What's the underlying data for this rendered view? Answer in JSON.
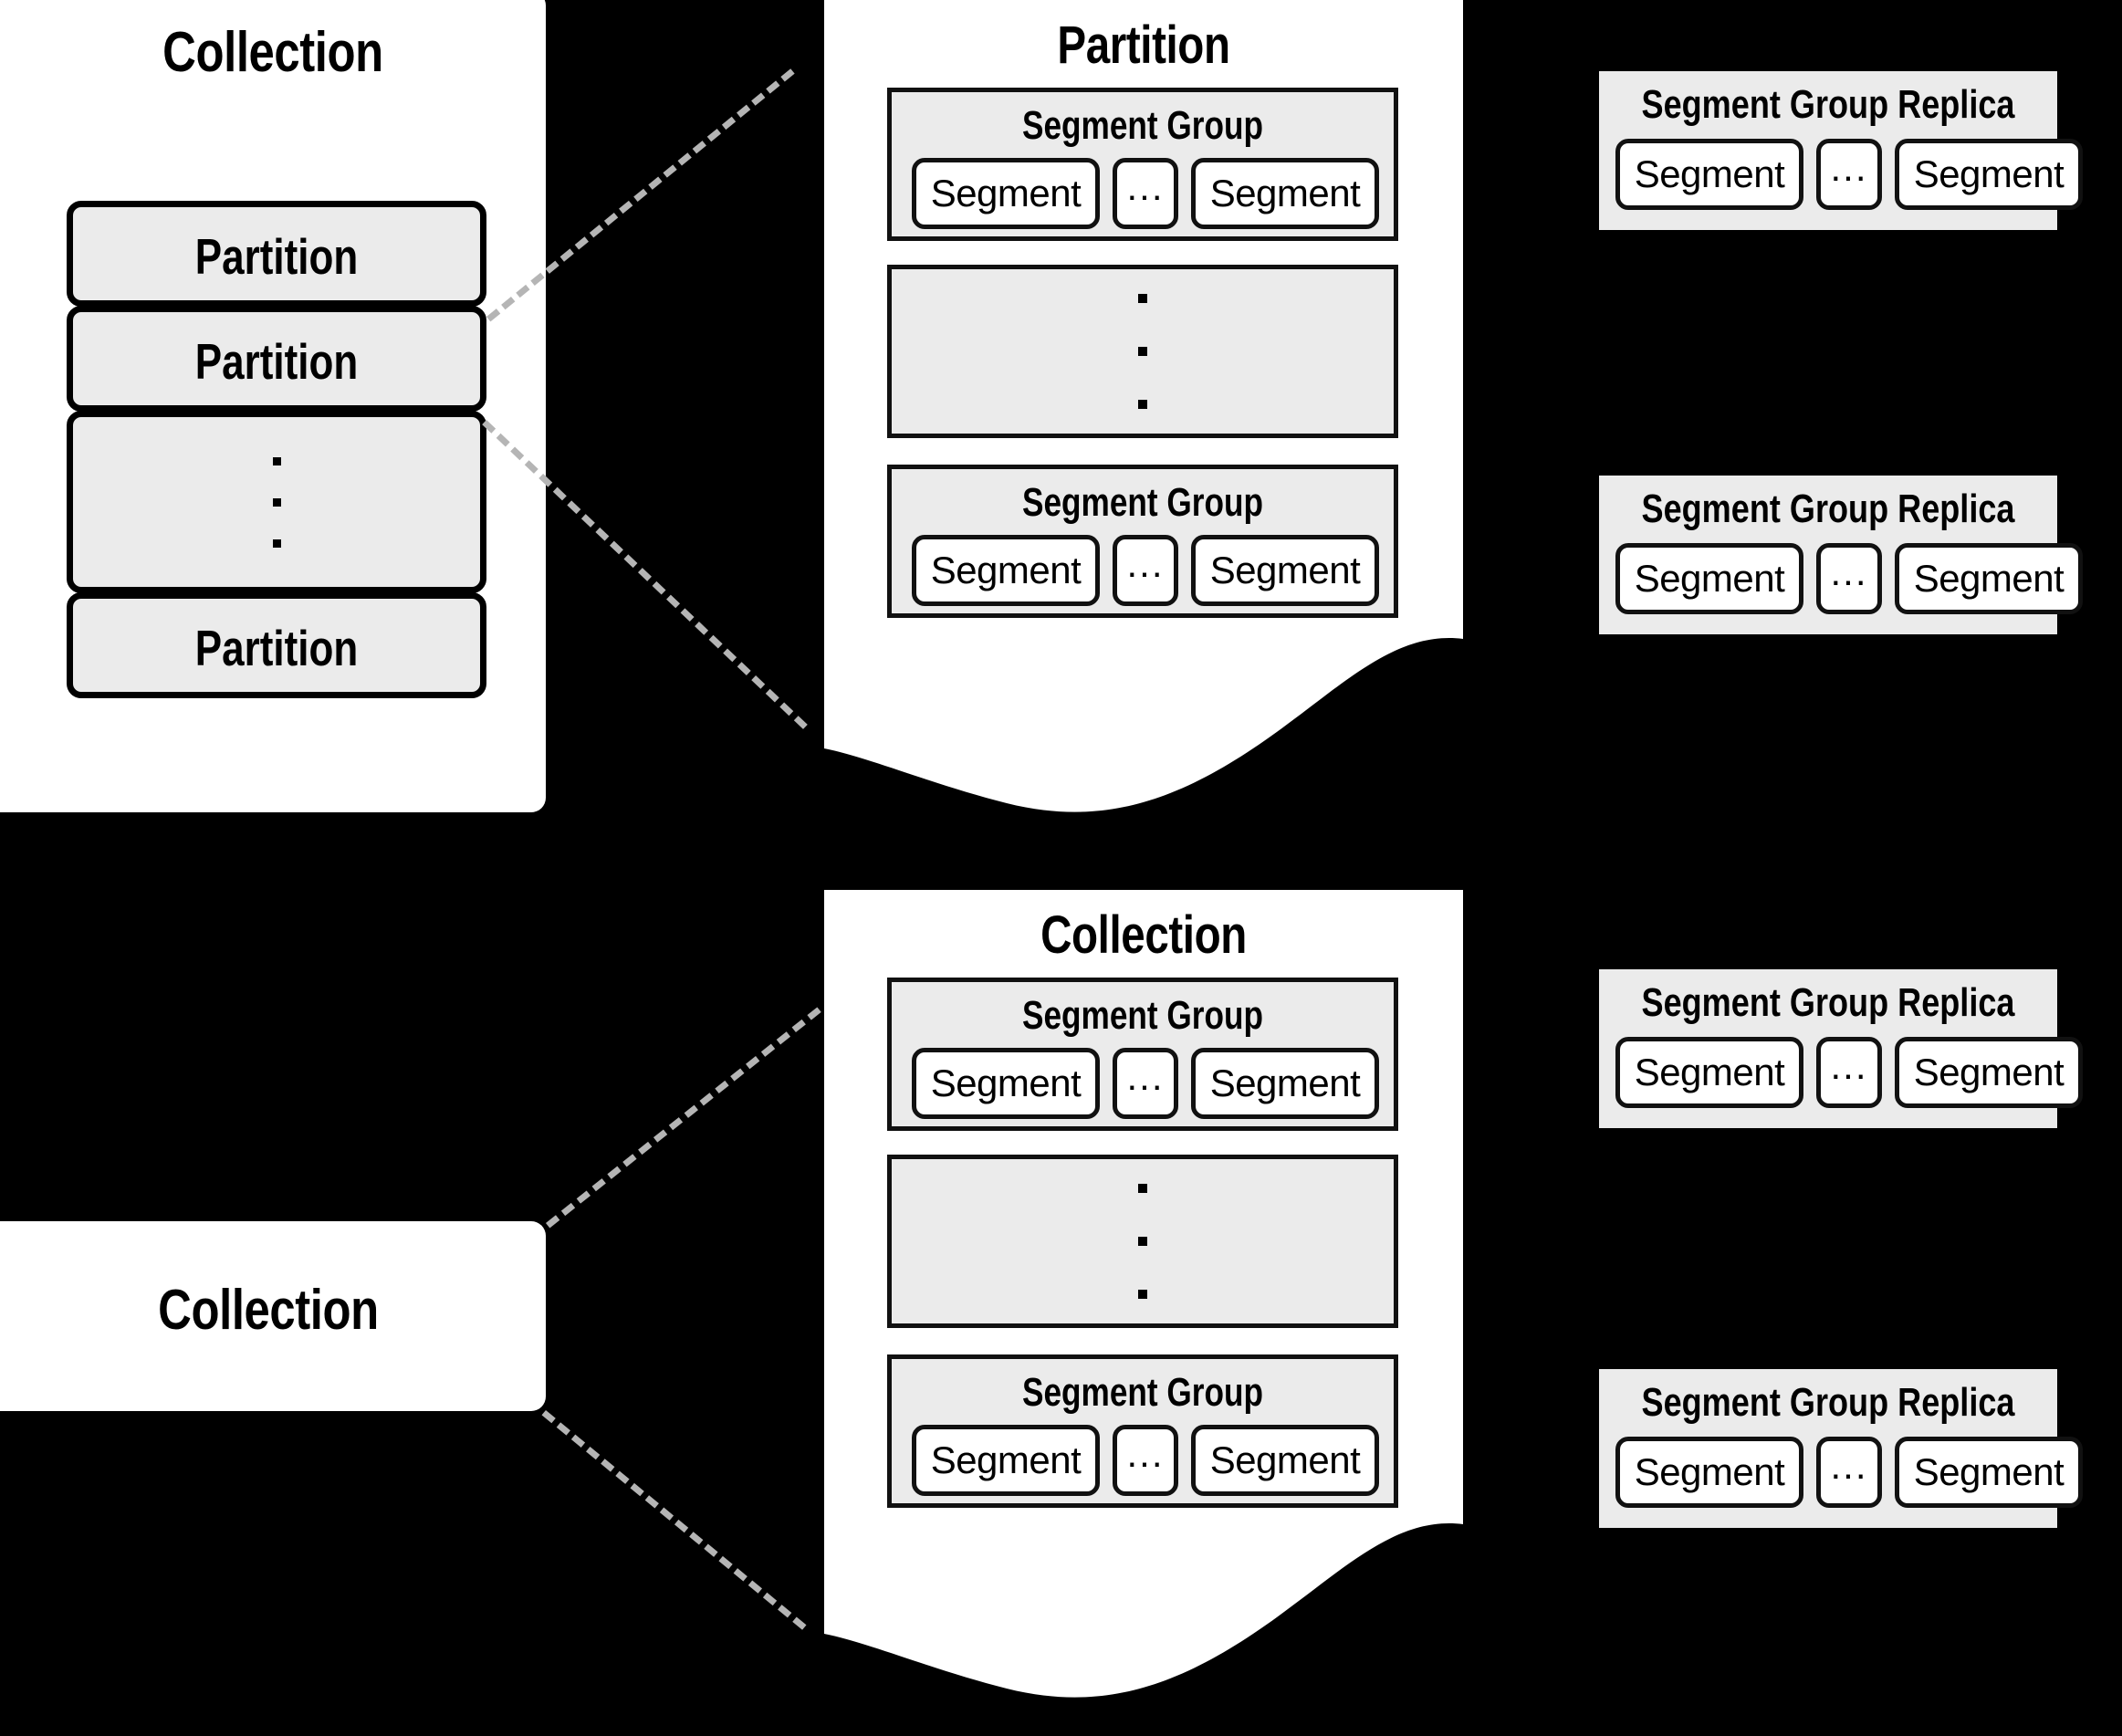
{
  "diagram": {
    "title": "Collection / Partition / Segment Group storage hierarchy",
    "colors": {
      "background": "#000000",
      "panel": "#ffffff",
      "box_fill": "#ebebeb",
      "stroke": "#000000",
      "connector": "#b5b5b5"
    },
    "ellipsis": "...",
    "vertical_ellipsis_dots": 3
  },
  "top_collection": {
    "title": "Collection",
    "partitions": [
      {
        "label": "Partition"
      },
      {
        "label": "Partition"
      },
      {
        "label": ""
      },
      {
        "label": "Partition"
      }
    ]
  },
  "partition_panel": {
    "title": "Partition",
    "segment_groups": [
      {
        "title": "Segment Group",
        "segments": [
          "Segment",
          "...",
          "Segment"
        ]
      },
      {
        "title": "",
        "segments": []
      },
      {
        "title": "Segment Group",
        "segments": [
          "Segment",
          "...",
          "Segment"
        ]
      }
    ]
  },
  "partition_replicas": [
    {
      "title": "Segment Group Replica",
      "segments": [
        "Segment",
        "...",
        "Segment"
      ]
    },
    {
      "title": "Segment Group Replica",
      "segments": [
        "Segment",
        "...",
        "Segment"
      ]
    }
  ],
  "bottom_collection_node": {
    "title": "Collection"
  },
  "collection_panel": {
    "title": "Collection",
    "segment_groups": [
      {
        "title": "Segment Group",
        "segments": [
          "Segment",
          "...",
          "Segment"
        ]
      },
      {
        "title": "",
        "segments": []
      },
      {
        "title": "Segment Group",
        "segments": [
          "Segment",
          "...",
          "Segment"
        ]
      }
    ]
  },
  "collection_replicas": [
    {
      "title": "Segment Group Replica",
      "segments": [
        "Segment",
        "...",
        "Segment"
      ]
    },
    {
      "title": "Segment Group Replica",
      "segments": [
        "Segment",
        "...",
        "Segment"
      ]
    }
  ]
}
